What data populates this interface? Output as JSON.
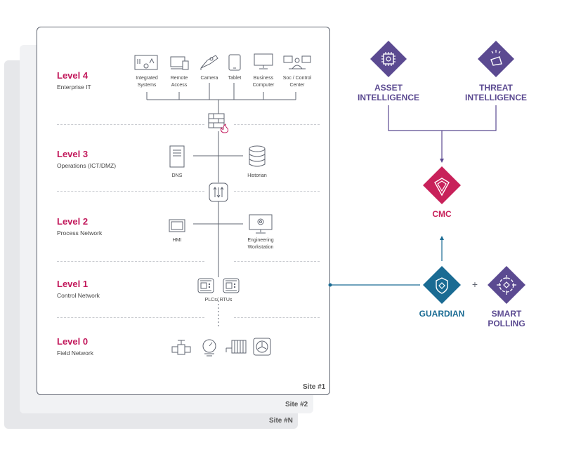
{
  "sites": {
    "site1": "Site #1",
    "site2": "Site #2",
    "siteN": "Site #N"
  },
  "levels": [
    {
      "title": "Level 4",
      "subtitle": "Enterprise IT"
    },
    {
      "title": "Level 3",
      "subtitle": "Operations (ICT/DMZ)"
    },
    {
      "title": "Level 2",
      "subtitle": "Process Network"
    },
    {
      "title": "Level 1",
      "subtitle": "Control Network"
    },
    {
      "title": "Level 0",
      "subtitle": "Field Network"
    }
  ],
  "level4_devices": [
    {
      "line1": "Integrated",
      "line2": "Systems",
      "icon": "integrated-systems-icon"
    },
    {
      "line1": "Remote",
      "line2": "Access",
      "icon": "remote-access-icon"
    },
    {
      "line1": "Camera",
      "line2": "",
      "icon": "camera-icon"
    },
    {
      "line1": "Tablet",
      "line2": "",
      "icon": "tablet-icon"
    },
    {
      "line1": "Business",
      "line2": "Computer",
      "icon": "computer-icon"
    },
    {
      "line1": "Soc / Control",
      "line2": "Center",
      "icon": "control-center-icon"
    }
  ],
  "level3_devices": {
    "dns": "DNS",
    "historian": "Historian"
  },
  "level2_devices": {
    "hmi": "HMI",
    "eng1": "Engineering",
    "eng2": "Workstation"
  },
  "level1_devices": {
    "plcs": "PLCs/ RTUs"
  },
  "products": {
    "asset1": "ASSET",
    "asset2": "INTELLIGENCE",
    "threat1": "THREAT",
    "threat2": "INTELLIGENCE",
    "cmc": "CMC",
    "guardian": "GUARDIAN",
    "plus": "+",
    "smart1": "SMART",
    "smart2": "POLLING"
  },
  "colors": {
    "purple": "#5b4a91",
    "pink": "#c8215a",
    "teal": "#1a6b93",
    "line": "#5f6470",
    "accent": "#c2185b"
  }
}
